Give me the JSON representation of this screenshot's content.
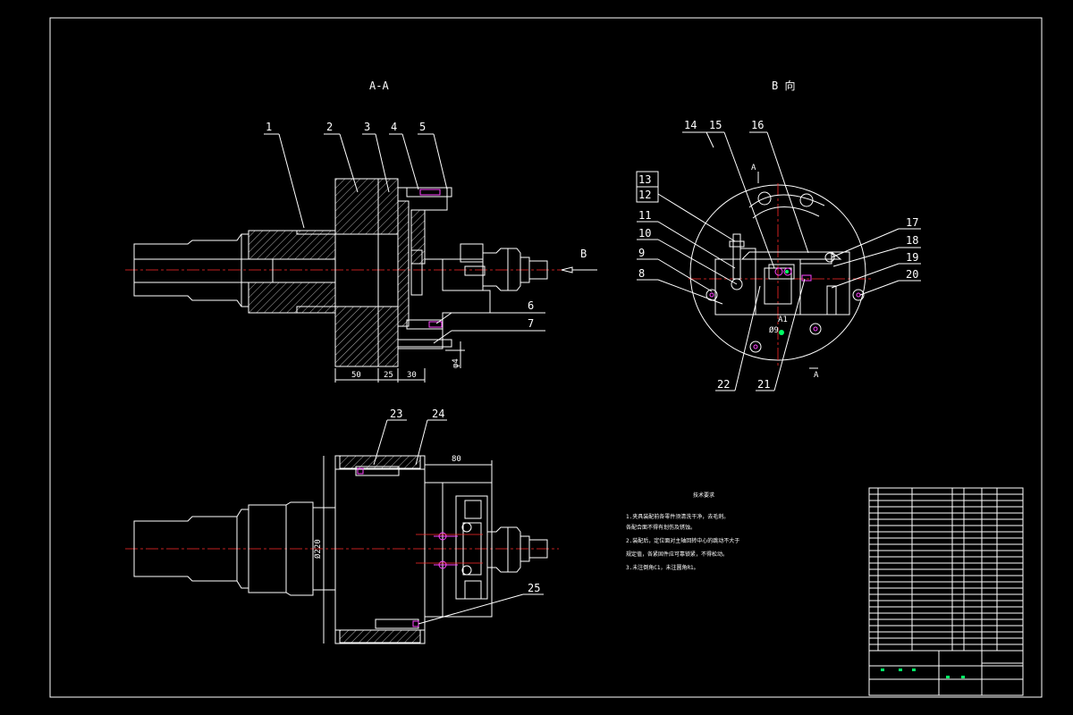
{
  "views": {
    "section_aa": {
      "title": "A-A"
    },
    "view_b": {
      "title": "B 向"
    },
    "arrow_b": "B",
    "section_marks": [
      "A",
      "A"
    ]
  },
  "part_numbers": [
    "1",
    "2",
    "3",
    "4",
    "5",
    "6",
    "7",
    "8",
    "9",
    "10",
    "11",
    "12",
    "13",
    "14",
    "15",
    "16",
    "17",
    "18",
    "19",
    "20",
    "21",
    "22",
    "23",
    "24",
    "25"
  ],
  "dimensions": {
    "d1": "50",
    "d2": "25",
    "d3": "30",
    "d4": "80",
    "d5": "Ø220",
    "d6": "φ4",
    "d7": "A1",
    "d8": "Ø9"
  },
  "notes": {
    "title": "技术要求",
    "lines": [
      "1.夹具装配前各零件须清洗干净，去毛刺。",
      "各配合面不得有划伤及锈蚀。",
      "2.装配后，定位面对主轴回转中心的跳动不大于",
      "规定值，各紧固件应可靠锁紧，不得松动。",
      "3.未注倒角C1，未注圆角R1。"
    ]
  },
  "colors": {
    "line": "#ffffff",
    "center": "#ff2a2a",
    "fastener": "#ff44ff",
    "marker": "#00ff66"
  }
}
